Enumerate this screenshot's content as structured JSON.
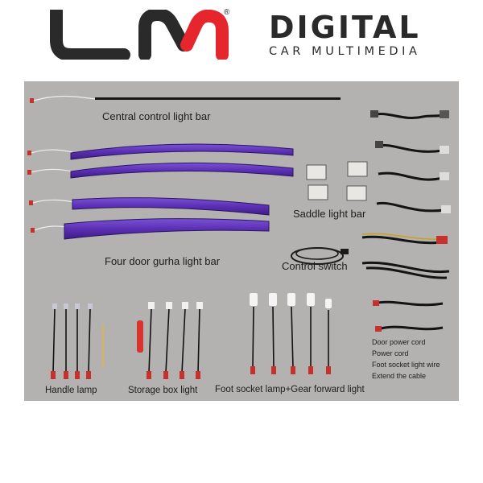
{
  "brand": {
    "logo_text": "LM",
    "title": "DIGITAL",
    "subtitle": "CAR MULTIMEDIA",
    "registered_mark": "®",
    "colors": {
      "dark": "#2a2a2a",
      "red": "#e5262c"
    }
  },
  "photo": {
    "background": "#b3b2b0",
    "light_bar_color": "#5b2fb4",
    "labels": {
      "central": "Central control light bar",
      "four_door": "Four door gurha light bar",
      "saddle": "Saddle light bar",
      "control_switch": "Control switch",
      "handle_lamp": "Handle lamp",
      "storage_box": "Storage box light",
      "foot_socket": "Foot socket lamp+Gear forward light",
      "door_power": "Door power cord",
      "power_cord": "Power cord",
      "foot_socket_wire": "Foot socket light wire",
      "extend_cable": "Extend the cable"
    }
  }
}
